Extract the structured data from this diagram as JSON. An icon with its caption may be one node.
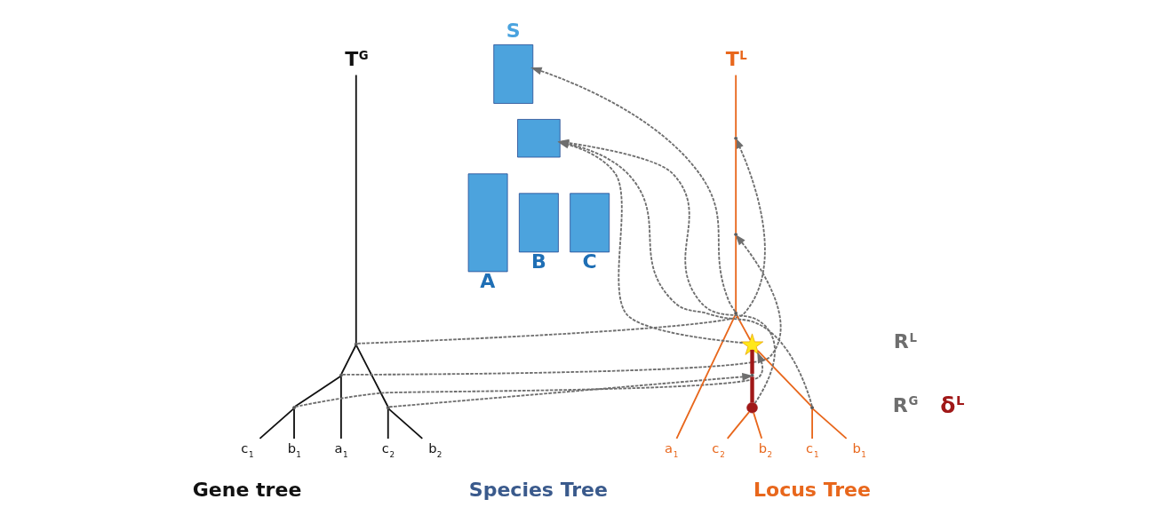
{
  "diagram": {
    "nodes": [
      {
        "text": [
          "T$^{G}$"
        ]
      },
      {
        "text": [],
        "shape": "point"
      },
      {
        "text": [],
        "shape": "point"
      },
      {
        "text": [],
        "shape": "point"
      },
      {
        "text": [],
        "shape": "point"
      },
      {
        "text": [
          "a$_{1}$"
        ]
      },
      {
        "text": [
          "b$_{1}$"
        ]
      },
      {
        "text": [
          "c$_{1}$"
        ]
      },
      {
        "text": [
          "b$_{2}$"
        ]
      },
      {
        "text": [
          "c$_{2}$"
        ]
      },
      {
        "text": [
          "T$^{L}$"
        ]
      },
      {
        "text": [],
        "shape": "point"
      },
      {
        "text": [],
        "shape": "point"
      },
      {
        "text": [],
        "shape": "point"
      },
      {
        "text": [],
        "shape": "star"
      },
      {
        "text": [],
        "shape": "point"
      },
      {
        "text": [],
        "shape": "point"
      },
      {
        "text": [],
        "shape": "circle"
      },
      {
        "text": [
          "a$_{1}$"
        ]
      },
      {
        "text": [
          "b$_{1}$"
        ]
      },
      {
        "text": [
          "c$_{1}$"
        ]
      },
      {
        "text": [
          "b$_{2}$"
        ]
      },
      {
        "text": [
          "c$_{2}$"
        ]
      },
      {
        "text": [
          "S"
        ]
      },
      {
        "text": [
          "A"
        ]
      },
      {
        "text": [],
        "shape": "box"
      },
      {
        "text": [
          "B"
        ]
      },
      {
        "text": [
          "C"
        ]
      }
    ],
    "edges": [
      {
        "from": 0,
        "to": 1,
        "arrow": "none",
        "color": "#111111"
      },
      {
        "from": 1,
        "to": 2,
        "arrow": "none",
        "color": "#111111"
      },
      {
        "from": 1,
        "to": 4,
        "arrow": "none",
        "color": "#111111"
      },
      {
        "from": 2,
        "to": 5,
        "arrow": "none",
        "color": "#111111"
      },
      {
        "from": 2,
        "to": 3,
        "arrow": "none",
        "color": "#111111"
      },
      {
        "from": 3,
        "to": 6,
        "arrow": "none",
        "color": "#111111"
      },
      {
        "from": 3,
        "to": 7,
        "arrow": "none",
        "color": "#111111"
      },
      {
        "from": 4,
        "to": 8,
        "arrow": "none",
        "color": "#111111"
      },
      {
        "from": 4,
        "to": 9,
        "arrow": "none",
        "color": "#111111"
      },
      {
        "from": 10,
        "to": 11,
        "arrow": "none",
        "color": "#e8671c"
      },
      {
        "from": 11,
        "to": 12,
        "arrow": "none",
        "color": "#e8671c"
      },
      {
        "from": 12,
        "to": 13,
        "arrow": "none",
        "color": "#e8671c"
      },
      {
        "from": 13,
        "to": 18,
        "arrow": "none",
        "color": "#e8671c"
      },
      {
        "from": 13,
        "to": 14,
        "arrow": "none",
        "color": "#e8671c"
      },
      {
        "from": 14,
        "to": 15,
        "arrow": "none",
        "color": "#e8671c"
      },
      {
        "from": 15,
        "to": 19,
        "arrow": "none",
        "color": "#e8671c"
      },
      {
        "from": 15,
        "to": 20,
        "arrow": "none",
        "color": "#e8671c"
      },
      {
        "from": 14,
        "to": 16,
        "arrow": "none",
        "style": "thick",
        "color": "#a01818"
      },
      {
        "from": 16,
        "to": 17,
        "arrow": "none",
        "style": "thick",
        "color": "#a01818"
      },
      {
        "from": 17,
        "to": 21,
        "arrow": "none",
        "color": "#e8671c"
      },
      {
        "from": 17,
        "to": 22,
        "arrow": "none",
        "color": "#e8671c"
      },
      {
        "from": 1,
        "to": 11,
        "arrow": "to",
        "style": "dashed",
        "color": "#6e6e6e"
      },
      {
        "from": 2,
        "to": 12,
        "arrow": "to",
        "style": "dashed",
        "color": "#6e6e6e"
      },
      {
        "from": 3,
        "to": 14,
        "arrow": "to",
        "style": "dashed",
        "color": "#6e6e6e"
      },
      {
        "from": 4,
        "to": 16,
        "arrow": "to",
        "style": "dashed",
        "color": "#6e6e6e"
      },
      {
        "from": 13,
        "to": 23,
        "arrow": "to",
        "style": "dashed",
        "color": "#6e6e6e"
      },
      {
        "from": 14,
        "to": 25,
        "arrow": "to",
        "style": "dashed",
        "color": "#6e6e6e"
      },
      {
        "from": 15,
        "to": 25,
        "arrow": "to",
        "style": "dashed",
        "color": "#6e6e6e"
      },
      {
        "from": 17,
        "to": 25,
        "arrow": "to",
        "style": "dashed",
        "color": "#6e6e6e"
      }
    ],
    "labels": [
      "R$^{G}$",
      "R$^{L}$",
      "δ$^{L}$",
      "Gene tree",
      "Locus Tree",
      "Species Tree"
    ]
  }
}
